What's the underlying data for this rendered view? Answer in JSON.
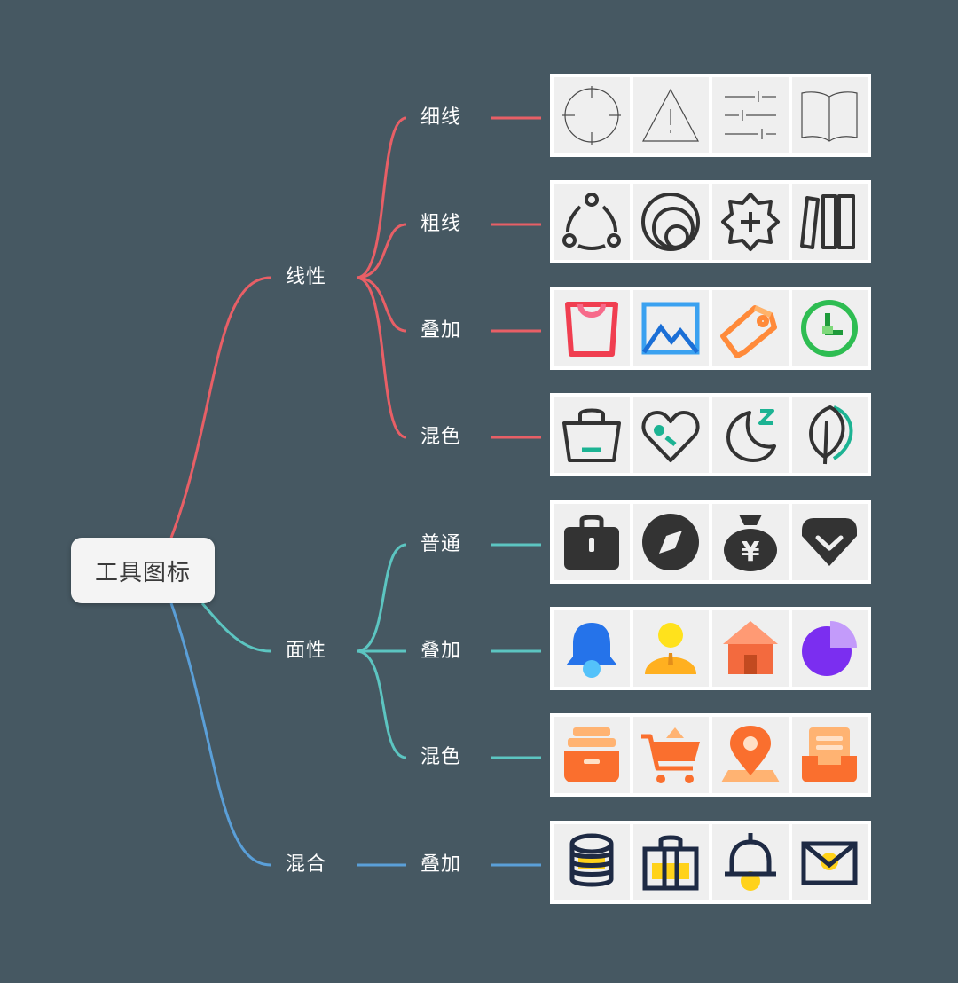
{
  "root": {
    "label": "工具图标"
  },
  "colors": {
    "background": "#465862",
    "linear_branch": "#e85f66",
    "surface_branch": "#5cc5c1",
    "mixed_branch": "#5a9fd8"
  },
  "branches": [
    {
      "label": "线性",
      "color": "#e85f66",
      "children": [
        {
          "label": "细线",
          "icons": [
            "target-crosshair-icon",
            "warning-triangle-icon",
            "sliders-icon",
            "open-book-icon"
          ]
        },
        {
          "label": "粗线",
          "icons": [
            "share-cycle-icon",
            "concentric-circles-icon",
            "badge-plus-icon",
            "book-stack-icon"
          ]
        },
        {
          "label": "叠加",
          "icons": [
            "shopping-bag-icon",
            "image-landscape-icon",
            "price-tag-icon",
            "clock-icon"
          ]
        },
        {
          "label": "混色",
          "icons": [
            "basket-icon",
            "heart-tag-icon",
            "moon-sleep-icon",
            "leaf-icon"
          ]
        }
      ]
    },
    {
      "label": "面性",
      "color": "#5cc5c1",
      "children": [
        {
          "label": "普通",
          "icons": [
            "briefcase-icon",
            "compass-icon",
            "money-bag-yen-icon",
            "chevron-pocket-icon"
          ]
        },
        {
          "label": "叠加",
          "icons": [
            "bell-icon",
            "user-icon",
            "home-icon",
            "pie-chart-icon"
          ]
        },
        {
          "label": "混色",
          "icons": [
            "archive-drawer-icon",
            "shopping-cart-icon",
            "location-pin-icon",
            "inbox-tray-icon"
          ]
        }
      ]
    },
    {
      "label": "混合",
      "color": "#5a9fd8",
      "children": [
        {
          "label": "叠加",
          "icons": [
            "coin-stack-icon",
            "handbag-icon",
            "alarm-bell-icon",
            "envelope-icon"
          ]
        }
      ]
    }
  ]
}
